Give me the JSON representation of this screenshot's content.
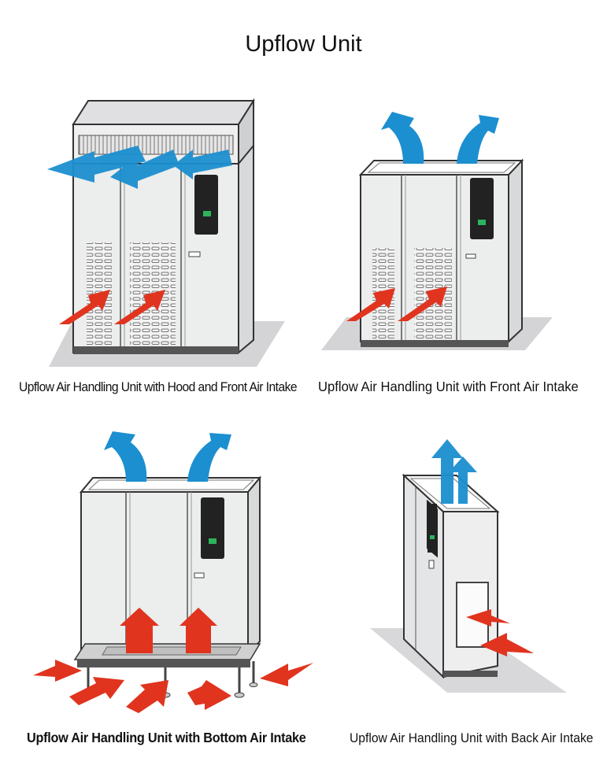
{
  "title": "Upflow Unit",
  "panels": [
    {
      "caption": "Upflow Air Handling Unit with Hood and Front Air Intake",
      "supply_direction": "front-hood",
      "intake": "front"
    },
    {
      "caption": "Upflow Air Handling Unit with Front Air Intake",
      "supply_direction": "up",
      "intake": "front"
    },
    {
      "caption": "Upflow Air Handling Unit with Bottom Air Intake",
      "supply_direction": "up",
      "intake": "bottom"
    },
    {
      "caption": "Upflow Air Handling Unit with Back Air Intake",
      "supply_direction": "up",
      "intake": "back"
    }
  ],
  "colors": {
    "supply_air": "#1c8fd0",
    "return_air": "#e0341f",
    "cabinet": "#e9eaec",
    "floor": "#d4d4d6"
  }
}
